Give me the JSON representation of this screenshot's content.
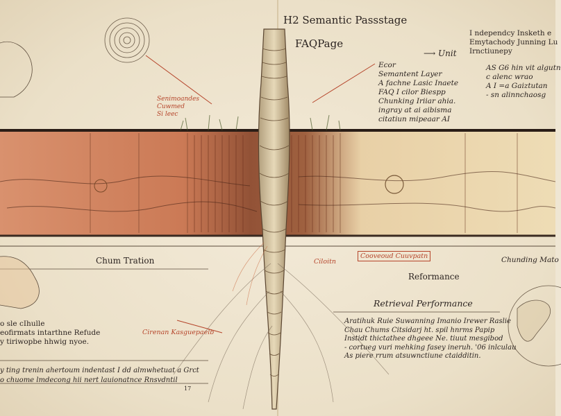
{
  "title": "H2 Semantic Passstage",
  "subtitle": "FAQPage",
  "unit_label": "Unit",
  "annotation_center": [
    "Ecor",
    "Semantent Layer",
    "A fachne Lasic Inaete",
    "FAQ I cilor Biespp",
    "Chunking Iriiar ahia.",
    "ingray at ai aibisma",
    "citatiun mipeaar AI"
  ],
  "annotation_right_top": [
    "I ndependcy Insketh e",
    "Emytachody Junning Lu",
    "Irnctiunepy"
  ],
  "annotation_right_mid": [
    "AS G6 hin vit algutn",
    "c alenc wrao",
    "A I =a Gaiztutan",
    "- sn alinnchaosg"
  ],
  "left_red_note": [
    "Senimoandes",
    "Cuwmed",
    "Si leec"
  ],
  "chunk_transition": "Chum Tration",
  "chunking_right": "Chunding Mato",
  "performance": "Reformance",
  "retrieval_performance": "Retrieval Performance",
  "retrieval_paragraph": [
    "Aratihuk Ruie Suwanning Imanio Irewer Raslie",
    "Chau Chums Citsidarj ht. spil hnrms Papip",
    "Instidt thictathee dhgeee Ne. tiuut mesgibod",
    "- cortueg vuri mehking fasey ineruh. '06 inlculau",
    "As piere rrum atsuwnctiune ctaidditin."
  ],
  "left_notes": [
    "o sle cIhulle",
    "eofirmats intarthne Refude",
    "y tiriwopbe hhwig nyoe."
  ],
  "bottom_notes": [
    "y ting trenin ahertoum indentast I dd almwhetuat a Grct",
    "o chuome lmdecong hii nert lauionatnce Rnsvdntil"
  ],
  "red_labels": [
    "Ciloitn",
    "Cooveoud Cuuvpatn",
    "Cirenan Kasguepaelb"
  ],
  "page_number": "17",
  "colors": {
    "paper": "#efe6d3",
    "ink": "#2b2320",
    "red_ink": "#b5442a",
    "band_left": "#d9896a",
    "band_right": "#e9d3aa"
  },
  "icons": [
    "spiral-sketch-icon",
    "left-map-sketch-icon",
    "globe-sketch-icon"
  ]
}
